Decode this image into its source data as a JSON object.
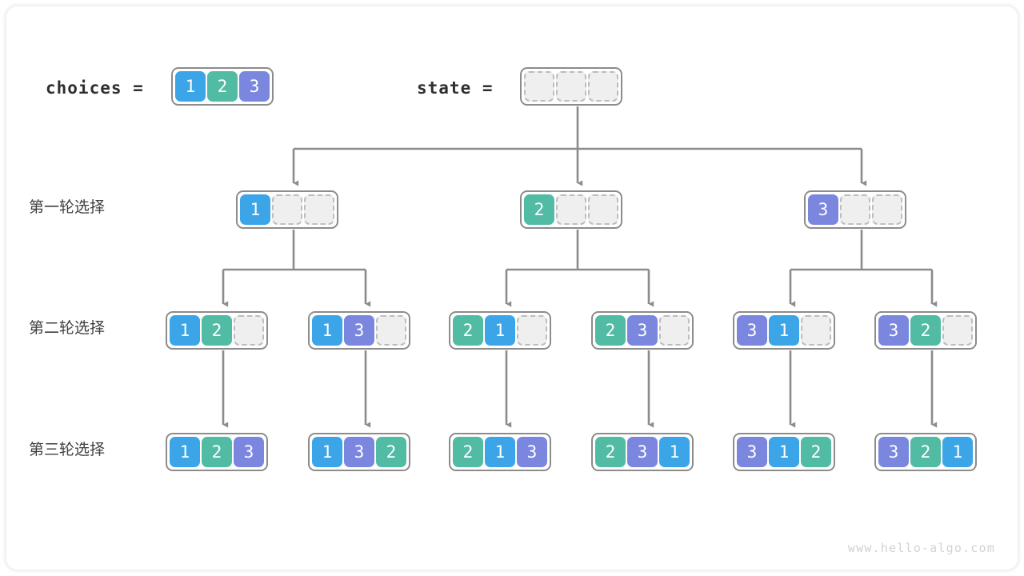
{
  "palette": {
    "blue": "#3BA5E8",
    "teal": "#51BCA3",
    "purple": "#7B87DF",
    "empty_fill": "#efefef",
    "empty_border": "#bdbdbd",
    "box_border": "#8c8c8c",
    "edge": "#8c8c8c",
    "text": "#3f3f3f",
    "watermark": "#d2d2d2"
  },
  "header": {
    "choices_label": "choices  =",
    "state_label": "state  =",
    "choices_values": [
      "1",
      "2",
      "3"
    ],
    "state_values": [
      "",
      "",
      ""
    ]
  },
  "row_labels": {
    "round1": "第一轮选择",
    "round2": "第二轮选择",
    "round3": "第三轮选择"
  },
  "tree": {
    "round1": [
      {
        "values": [
          "1",
          "",
          ""
        ]
      },
      {
        "values": [
          "2",
          "",
          ""
        ]
      },
      {
        "values": [
          "3",
          "",
          ""
        ]
      }
    ],
    "round2": [
      {
        "values": [
          "1",
          "2",
          ""
        ]
      },
      {
        "values": [
          "1",
          "3",
          ""
        ]
      },
      {
        "values": [
          "2",
          "1",
          ""
        ]
      },
      {
        "values": [
          "2",
          "3",
          ""
        ]
      },
      {
        "values": [
          "3",
          "1",
          ""
        ]
      },
      {
        "values": [
          "3",
          "2",
          ""
        ]
      }
    ],
    "round3": [
      {
        "values": [
          "1",
          "2",
          "3"
        ]
      },
      {
        "values": [
          "1",
          "3",
          "2"
        ]
      },
      {
        "values": [
          "2",
          "1",
          "3"
        ]
      },
      {
        "values": [
          "2",
          "3",
          "1"
        ]
      },
      {
        "values": [
          "3",
          "1",
          "2"
        ]
      },
      {
        "values": [
          "3",
          "2",
          "1"
        ]
      }
    ]
  },
  "watermark": "www.hello-algo.com"
}
